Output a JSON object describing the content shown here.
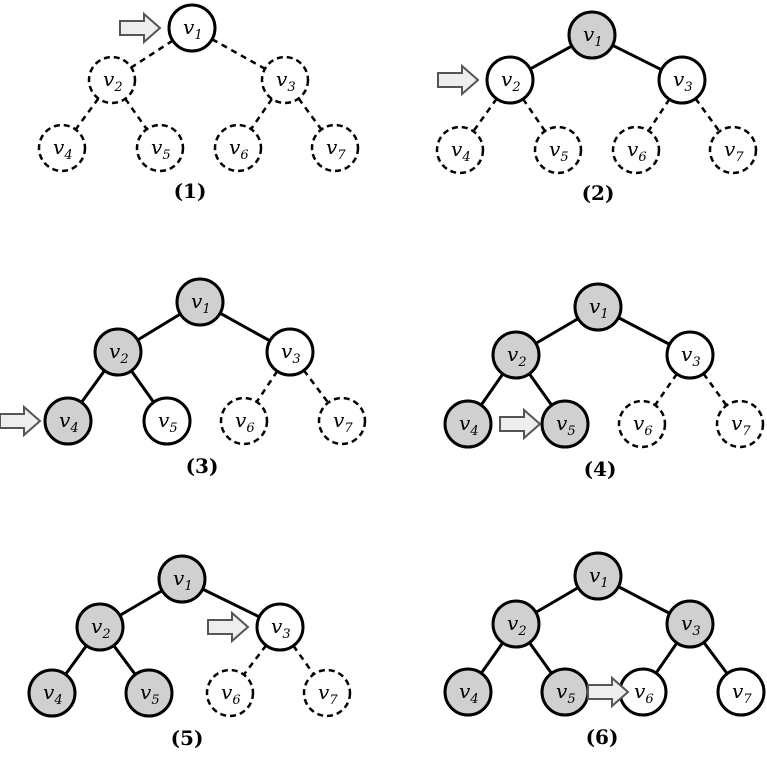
{
  "colors": {
    "visited_fill": "#d0d0d0",
    "open_fill": "#ffffff",
    "stroke": "#000000",
    "arrow_fill": "#eeeeee",
    "arrow_stroke": "#555555"
  },
  "node_labels": {
    "v1": {
      "base": "v",
      "sub": "1"
    },
    "v2": {
      "base": "v",
      "sub": "2"
    },
    "v3": {
      "base": "v",
      "sub": "3"
    },
    "v4": {
      "base": "v",
      "sub": "4"
    },
    "v5": {
      "base": "v",
      "sub": "5"
    },
    "v6": {
      "base": "v",
      "sub": "6"
    },
    "v7": {
      "base": "v",
      "sub": "7"
    }
  },
  "panels": [
    {
      "label": "(1)",
      "arrow_at": "v1",
      "nodes": {
        "v1": "open",
        "v2": "dashed",
        "v3": "dashed",
        "v4": "dashed",
        "v5": "dashed",
        "v6": "dashed",
        "v7": "dashed"
      },
      "edges": {
        "v1-v2": "dashed",
        "v1-v3": "dashed",
        "v2-v4": "dashed",
        "v2-v5": "dashed",
        "v3-v6": "dashed",
        "v3-v7": "dashed"
      }
    },
    {
      "label": "(2)",
      "arrow_at": "v2",
      "nodes": {
        "v1": "visited",
        "v2": "open",
        "v3": "open",
        "v4": "dashed",
        "v5": "dashed",
        "v6": "dashed",
        "v7": "dashed"
      },
      "edges": {
        "v1-v2": "solid",
        "v1-v3": "solid",
        "v2-v4": "dashed",
        "v2-v5": "dashed",
        "v3-v6": "dashed",
        "v3-v7": "dashed"
      }
    },
    {
      "label": "(3)",
      "arrow_at": "v4",
      "nodes": {
        "v1": "visited",
        "v2": "visited",
        "v3": "open",
        "v4": "visited",
        "v5": "open",
        "v6": "dashed",
        "v7": "dashed"
      },
      "edges": {
        "v1-v2": "solid",
        "v1-v3": "solid",
        "v2-v4": "solid",
        "v2-v5": "solid",
        "v3-v6": "dashed",
        "v3-v7": "dashed"
      }
    },
    {
      "label": "(4)",
      "arrow_at": "v5",
      "nodes": {
        "v1": "visited",
        "v2": "visited",
        "v3": "open",
        "v4": "visited",
        "v5": "visited",
        "v6": "dashed",
        "v7": "dashed"
      },
      "edges": {
        "v1-v2": "solid",
        "v1-v3": "solid",
        "v2-v4": "solid",
        "v2-v5": "solid",
        "v3-v6": "dashed",
        "v3-v7": "dashed"
      }
    },
    {
      "label": "(5)",
      "arrow_at": "v3",
      "nodes": {
        "v1": "visited",
        "v2": "visited",
        "v3": "open",
        "v4": "visited",
        "v5": "visited",
        "v6": "dashed",
        "v7": "dashed"
      },
      "edges": {
        "v1-v2": "solid",
        "v1-v3": "solid",
        "v2-v4": "solid",
        "v2-v5": "solid",
        "v3-v6": "dashed",
        "v3-v7": "dashed"
      }
    },
    {
      "label": "(6)",
      "arrow_at": "v6",
      "nodes": {
        "v1": "visited",
        "v2": "visited",
        "v3": "visited",
        "v4": "visited",
        "v5": "visited",
        "v6": "open",
        "v7": "open"
      },
      "edges": {
        "v1-v2": "solid",
        "v1-v3": "solid",
        "v2-v4": "solid",
        "v2-v5": "solid",
        "v3-v6": "solid",
        "v3-v7": "solid"
      }
    }
  ]
}
